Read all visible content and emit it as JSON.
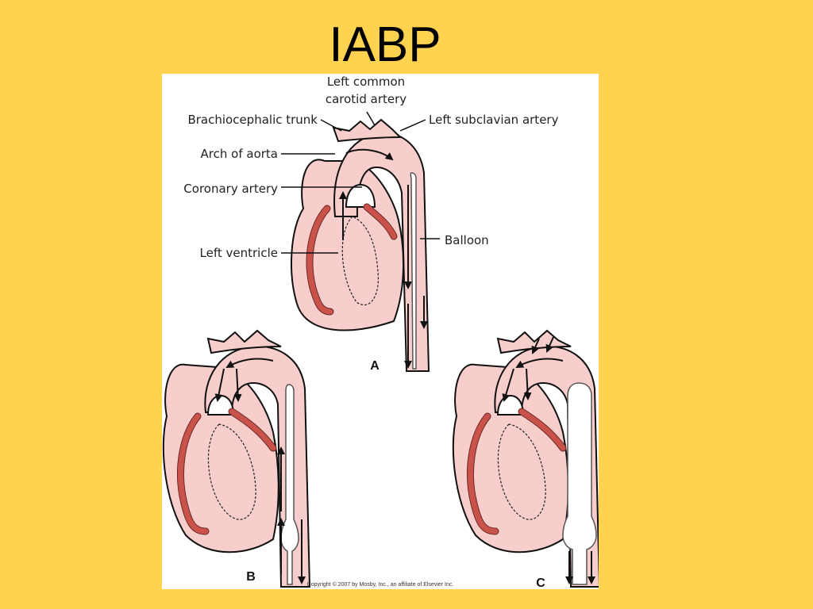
{
  "slide": {
    "title": "IABP"
  },
  "figure": {
    "labels": {
      "left_common_carotid_line1": "Left common",
      "left_common_carotid_line2": "carotid artery",
      "brachiocephalic_trunk": "Brachiocephalic trunk",
      "left_subclavian_artery": "Left subclavian artery",
      "arch_of_aorta": "Arch of aorta",
      "coronary_artery": "Coronary artery",
      "left_ventricle": "Left ventricle",
      "balloon": "Balloon"
    },
    "panels": {
      "a": "A",
      "b": "B",
      "c": "C"
    },
    "copyright": "Copyright © 2007 by Mosby, Inc., an affiliate of Elsevier Inc."
  },
  "colors": {
    "background": "#FFD250",
    "heart_fill": "#F7CECC",
    "coronary": "#C9534B"
  }
}
